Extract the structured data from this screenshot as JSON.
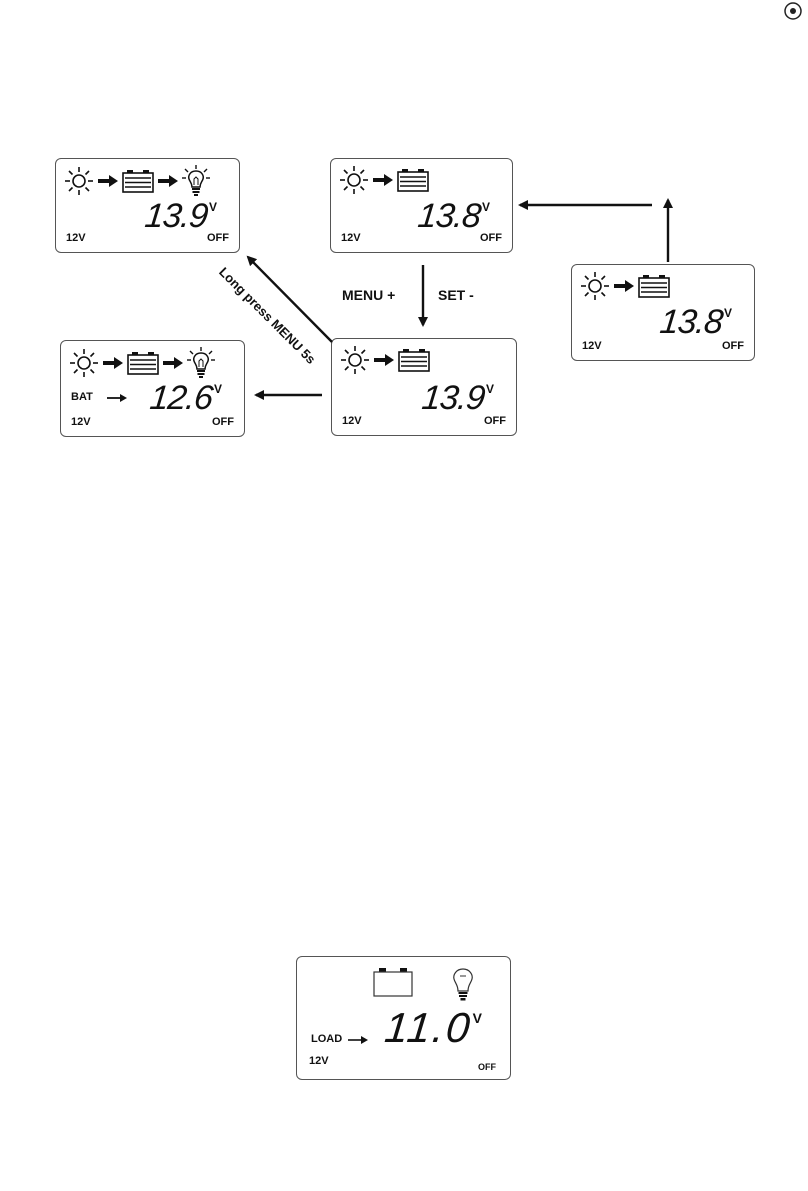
{
  "displays": {
    "top_left": {
      "reading": "13.9",
      "unit": "V",
      "system_voltage": "12V",
      "load_state": "OFF"
    },
    "top_middle": {
      "reading": "13.8",
      "unit": "V",
      "system_voltage": "12V",
      "load_state": "OFF"
    },
    "right": {
      "reading": "13.8",
      "unit": "V",
      "system_voltage": "12V",
      "load_state": "OFF"
    },
    "bottom_left": {
      "row_label": "BAT",
      "reading": "12.6",
      "unit": "V",
      "system_voltage": "12V",
      "load_state": "OFF"
    },
    "bottom_middle": {
      "reading": "13.9",
      "unit": "V",
      "system_voltage": "12V",
      "load_state": "OFF"
    },
    "load_display": {
      "row_label": "LOAD",
      "reading": "11.0",
      "unit": "V",
      "system_voltage": "12V",
      "load_state": "OFF"
    }
  },
  "labels": {
    "menu_plus": "MENU +",
    "set_minus": "SET -",
    "long_press": "Long press MENU 5s"
  }
}
